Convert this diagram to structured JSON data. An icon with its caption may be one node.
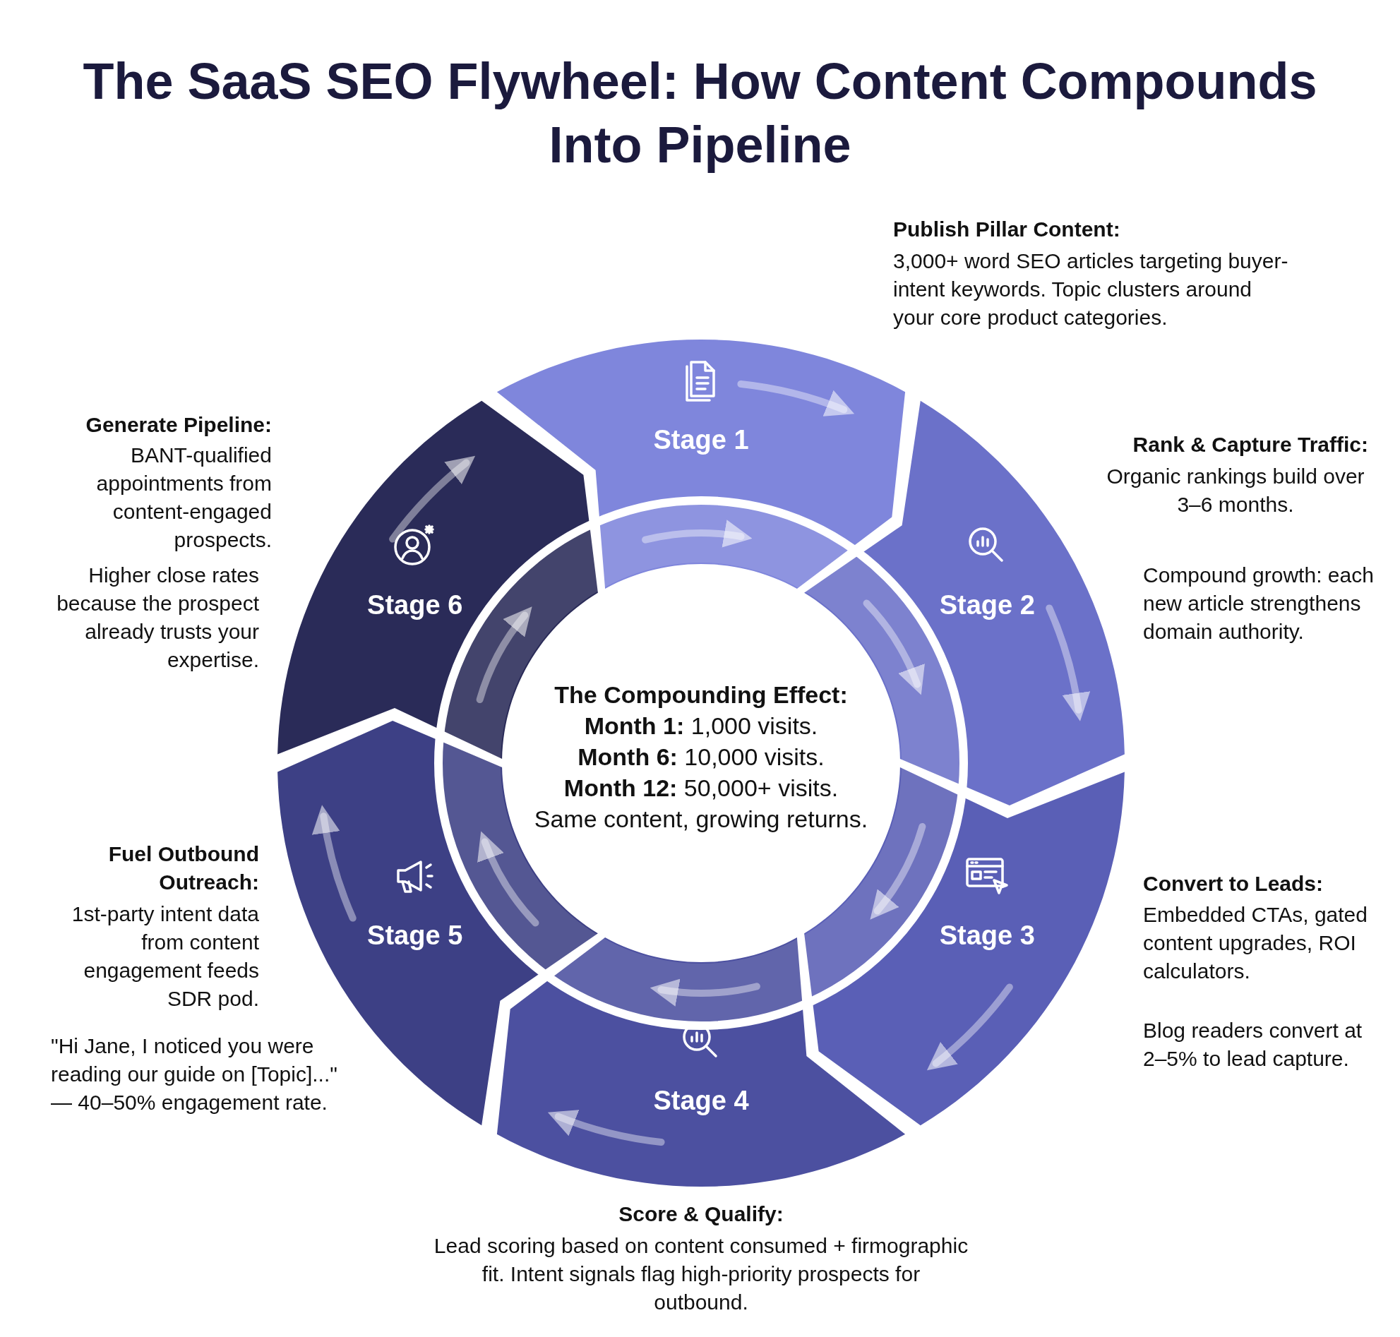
{
  "diagram": {
    "title": "The SaaS SEO Flywheel: How Content Compounds Into Pipeline",
    "nodes": [
      {
        "text": [
          "Stage 1"
        ],
        "beside": [
          "Publish Pillar Content:",
          "3,000+ word SEO articles targeting buyer-intent keywords. Topic clusters around your core product categories."
        ]
      },
      {
        "text": [
          "Stage 2"
        ],
        "beside": [
          "Rank & Capture Traffic:",
          "Organic rankings build over 3–6 months.",
          "Compound growth: each new article strengthens domain authority."
        ]
      },
      {
        "text": [
          "Stage 3"
        ],
        "beside": [
          "Convert to Leads:",
          "Embedded CTAs, gated content upgrades, ROI calculators.",
          "Blog readers convert at 2–5% to lead capture."
        ]
      },
      {
        "text": [
          "Stage 4"
        ],
        "beside": [
          "Score & Qualify:",
          "Lead scoring based on content consumed + firmographic fit. Intent signals flag high-priority prospects for outbound."
        ]
      },
      {
        "text": [
          "Stage 5"
        ],
        "beside": [
          "Fuel Outbound Outreach:",
          "1st-party intent data from content engagement feeds SDR pod.",
          "\"Hi Jane, I noticed you were reading our guide on [Topic]...\" — 40–50% engagement rate."
        ]
      },
      {
        "text": [
          "Stage 6"
        ],
        "beside": [
          "Generate Pipeline:",
          "BANT-qualified appointments from content-engaged prospects.",
          "Higher close rates because the prospect already trusts your expertise."
        ]
      }
    ],
    "labels": [
      "The Compounding Effect:",
      "**Month 1:** 1,000 visits.",
      "**Month 6:** 10,000 visits.",
      "**Month 12:** 50,000+ visits.",
      "Same content, growing returns."
    ]
  }
}
